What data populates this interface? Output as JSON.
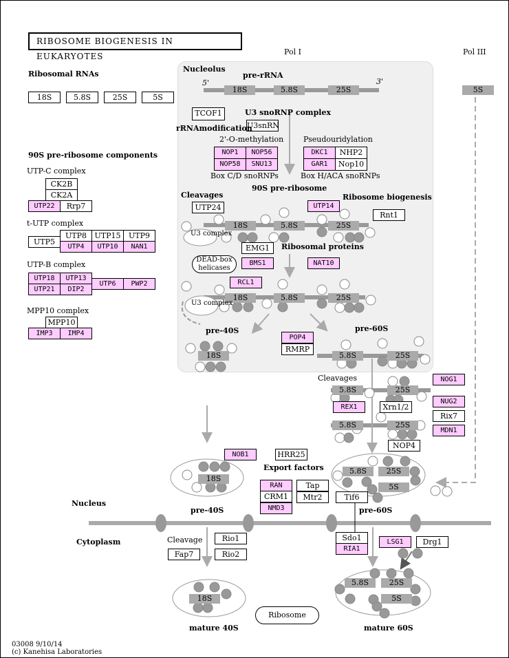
{
  "title": "RIBOSOME BIOGENESIS IN EUKARYOTES",
  "ribosomal_rnas": {
    "heading": "Ribosomal RNAs",
    "items": [
      "18S",
      "5.8S",
      "25S",
      "5S"
    ]
  },
  "polymerases": {
    "pol1": "Pol I",
    "pol3": "Pol III"
  },
  "pre_90s_components": {
    "heading": "90S pre-ribosome components",
    "utpc": {
      "label": "UTP-C complex",
      "ck2b": "CK2B",
      "ck2a": "CK2A",
      "utp22": "UTP22",
      "rrp7": "Rrp7"
    },
    "tutp": {
      "label": "t-UTP complex",
      "utp5": "UTP5",
      "utp8": "UTP8",
      "utp15": "UTP15",
      "utp9": "UTP9",
      "utp4": "UTP4",
      "utp10": "UTP10",
      "nan1": "NAN1"
    },
    "utpb": {
      "label": "UTP-B complex",
      "utp18": "UTP18",
      "utp13": "UTP13",
      "utp21": "UTP21",
      "dip2": "DIP2",
      "utp6": "UTP6",
      "pwp2": "PWP2"
    },
    "mpp10": {
      "label": "MPP10 complex",
      "mpp10": "MPP10",
      "imp3": "IMP3",
      "imp4": "IMP4"
    }
  },
  "nucleolus": {
    "label": "Nucleolus",
    "pre_rrna": "pre-rRNA",
    "five_prime": "5'",
    "three_prime": "3'",
    "segments": [
      "18S",
      "5.8S",
      "25S"
    ],
    "tcof1": "TCOF1",
    "u3_snornp": "U3 snoRNP complex",
    "u3snrna": "U3snRNA",
    "rrna_modification": "rRNAmodification",
    "methylation": "2'-O-methylation",
    "pseudouridylation": "Pseudouridylation",
    "cd": {
      "nop1": "NOP1",
      "nop56": "NOP56",
      "nop58": "NOP58",
      "snu13": "SNU13",
      "label": "Box C/D snoRNPs"
    },
    "haca": {
      "dkc1": "DKC1",
      "nhp2": "NHP2",
      "gar1": "GAR1",
      "nop10": "Nop10",
      "label": "Box H/ACA snoRNPs"
    },
    "pre90s": "90S pre-ribosome",
    "cleavages": "Cleavages",
    "utp24": "UTP24",
    "utp14": "UTP14",
    "rnt1": "Rnt1",
    "ribosome_biogenesis": "Ribosome biogenesis",
    "u3_complex": "U3 complex",
    "emg1": "EMG1",
    "ribosomal_proteins": "Ribosomal proteins",
    "dead_box": "DEAD-box helicases",
    "bms1": "BMS1",
    "nat10": "NAT10",
    "rcl1": "RCL1",
    "pre40s": "pre-40S",
    "pre60s": "pre-60S",
    "pop4": "POP4",
    "rmrp": "RMRP"
  },
  "nucleoplasm": {
    "cleavages": "Cleavages",
    "nog1": "NOG1",
    "nug2": "NUG2",
    "rix7": "Rix7",
    "mdn1": "MDN1",
    "rex1": "REX1",
    "xrn12": "Xrn1/2",
    "nop4": "NOP4",
    "nob1": "NOB1",
    "hrr25": "HRR25",
    "export_factors": "Export factors",
    "ran": "RAN",
    "crm1": "CRM1",
    "nmd3": "NMD3",
    "tap": "Tap",
    "mtr2": "Mtr2",
    "tif6": "Tif6",
    "pre40s": "pre-40S",
    "pre60s": "pre-60S",
    "nucleus": "Nucleus"
  },
  "cytoplasm": {
    "label": "Cytoplasm",
    "cleavage": "Cleavage",
    "fap7": "Fap7",
    "rio1": "Rio1",
    "rio2": "Rio2",
    "sdo1": "Sdo1",
    "ria1": "RIA1",
    "lsg1": "LSG1",
    "drg1": "Drg1",
    "mature40s": "mature 40S",
    "mature60s": "mature 60S",
    "ribosome": "Ribosome"
  },
  "rrna_labels": {
    "s18": "18S",
    "s58": "5.8S",
    "s25": "25S",
    "s5": "5S"
  },
  "footer": {
    "id_date": "03008 9/10/14",
    "copyright": "(c) Kanehisa Laboratories"
  },
  "colors": {
    "gene_highlight": "#ffccff",
    "rrna_gray": "#aaaaaa",
    "protein_gray": "#999999",
    "nucleolus_bg": "#f0f0f0"
  }
}
